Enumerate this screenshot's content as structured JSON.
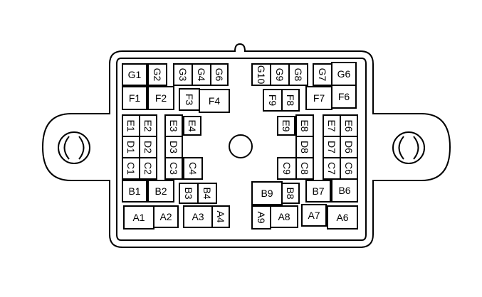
{
  "colors": {
    "stroke": "#000000",
    "background": "#ffffff"
  },
  "cells": [
    {
      "id": "G1",
      "label": "G1",
      "rot": false
    },
    {
      "id": "G2",
      "label": "G2",
      "rot": true
    },
    {
      "id": "G3",
      "label": "G3",
      "rot": true
    },
    {
      "id": "G4",
      "label": "G4",
      "rot": true
    },
    {
      "id": "G5",
      "label": "G6",
      "rot": true
    },
    {
      "id": "G10",
      "label": "G10",
      "rot": true
    },
    {
      "id": "G9",
      "label": "G9",
      "rot": true
    },
    {
      "id": "G8",
      "label": "G8",
      "rot": true
    },
    {
      "id": "G7",
      "label": "G7",
      "rot": true
    },
    {
      "id": "G6",
      "label": "G6",
      "rot": false
    },
    {
      "id": "F1",
      "label": "F1",
      "rot": false
    },
    {
      "id": "F2",
      "label": "F2",
      "rot": false
    },
    {
      "id": "F3",
      "label": "F3",
      "rot": true
    },
    {
      "id": "F4",
      "label": "F4",
      "rot": false
    },
    {
      "id": "F9",
      "label": "F9",
      "rot": true
    },
    {
      "id": "F8",
      "label": "F8",
      "rot": true
    },
    {
      "id": "F7",
      "label": "F7",
      "rot": false
    },
    {
      "id": "F6",
      "label": "F6",
      "rot": false
    },
    {
      "id": "E1",
      "label": "E1",
      "rot": true
    },
    {
      "id": "E2",
      "label": "E2",
      "rot": true
    },
    {
      "id": "E3",
      "label": "E3",
      "rot": true
    },
    {
      "id": "E4",
      "label": "E4",
      "rot": true
    },
    {
      "id": "E9",
      "label": "E9",
      "rot": true
    },
    {
      "id": "E8",
      "label": "E8",
      "rot": true
    },
    {
      "id": "E7",
      "label": "E7",
      "rot": true
    },
    {
      "id": "E6",
      "label": "E6",
      "rot": true
    },
    {
      "id": "D1",
      "label": "D1",
      "rot": true
    },
    {
      "id": "D2",
      "label": "D2",
      "rot": true
    },
    {
      "id": "D3",
      "label": "D3",
      "rot": true
    },
    {
      "id": "D8",
      "label": "D8",
      "rot": true
    },
    {
      "id": "D7",
      "label": "D7",
      "rot": true
    },
    {
      "id": "D6",
      "label": "D6",
      "rot": true
    },
    {
      "id": "C1",
      "label": "C1",
      "rot": true
    },
    {
      "id": "C2",
      "label": "C2",
      "rot": true
    },
    {
      "id": "C3",
      "label": "C3",
      "rot": true
    },
    {
      "id": "C4",
      "label": "C4",
      "rot": true
    },
    {
      "id": "C9",
      "label": "C9",
      "rot": true
    },
    {
      "id": "C8",
      "label": "C8",
      "rot": true
    },
    {
      "id": "C7",
      "label": "C7",
      "rot": true
    },
    {
      "id": "C6",
      "label": "C6",
      "rot": true
    },
    {
      "id": "B1",
      "label": "B1",
      "rot": false
    },
    {
      "id": "B2",
      "label": "B2",
      "rot": false
    },
    {
      "id": "B3",
      "label": "B3",
      "rot": true
    },
    {
      "id": "B4",
      "label": "B4",
      "rot": true
    },
    {
      "id": "B9",
      "label": "B9",
      "rot": false
    },
    {
      "id": "B8",
      "label": "B8",
      "rot": true
    },
    {
      "id": "B7",
      "label": "B7",
      "rot": false
    },
    {
      "id": "B6",
      "label": "B6",
      "rot": false
    },
    {
      "id": "A1",
      "label": "A1",
      "rot": false
    },
    {
      "id": "A2",
      "label": "A2",
      "rot": false
    },
    {
      "id": "A3",
      "label": "A3",
      "rot": false
    },
    {
      "id": "A4",
      "label": "A4",
      "rot": true
    },
    {
      "id": "A9",
      "label": "A9",
      "rot": true
    },
    {
      "id": "A8",
      "label": "A8",
      "rot": false
    },
    {
      "id": "A7",
      "label": "A7",
      "rot": false
    },
    {
      "id": "A6",
      "label": "A6",
      "rot": false
    }
  ]
}
